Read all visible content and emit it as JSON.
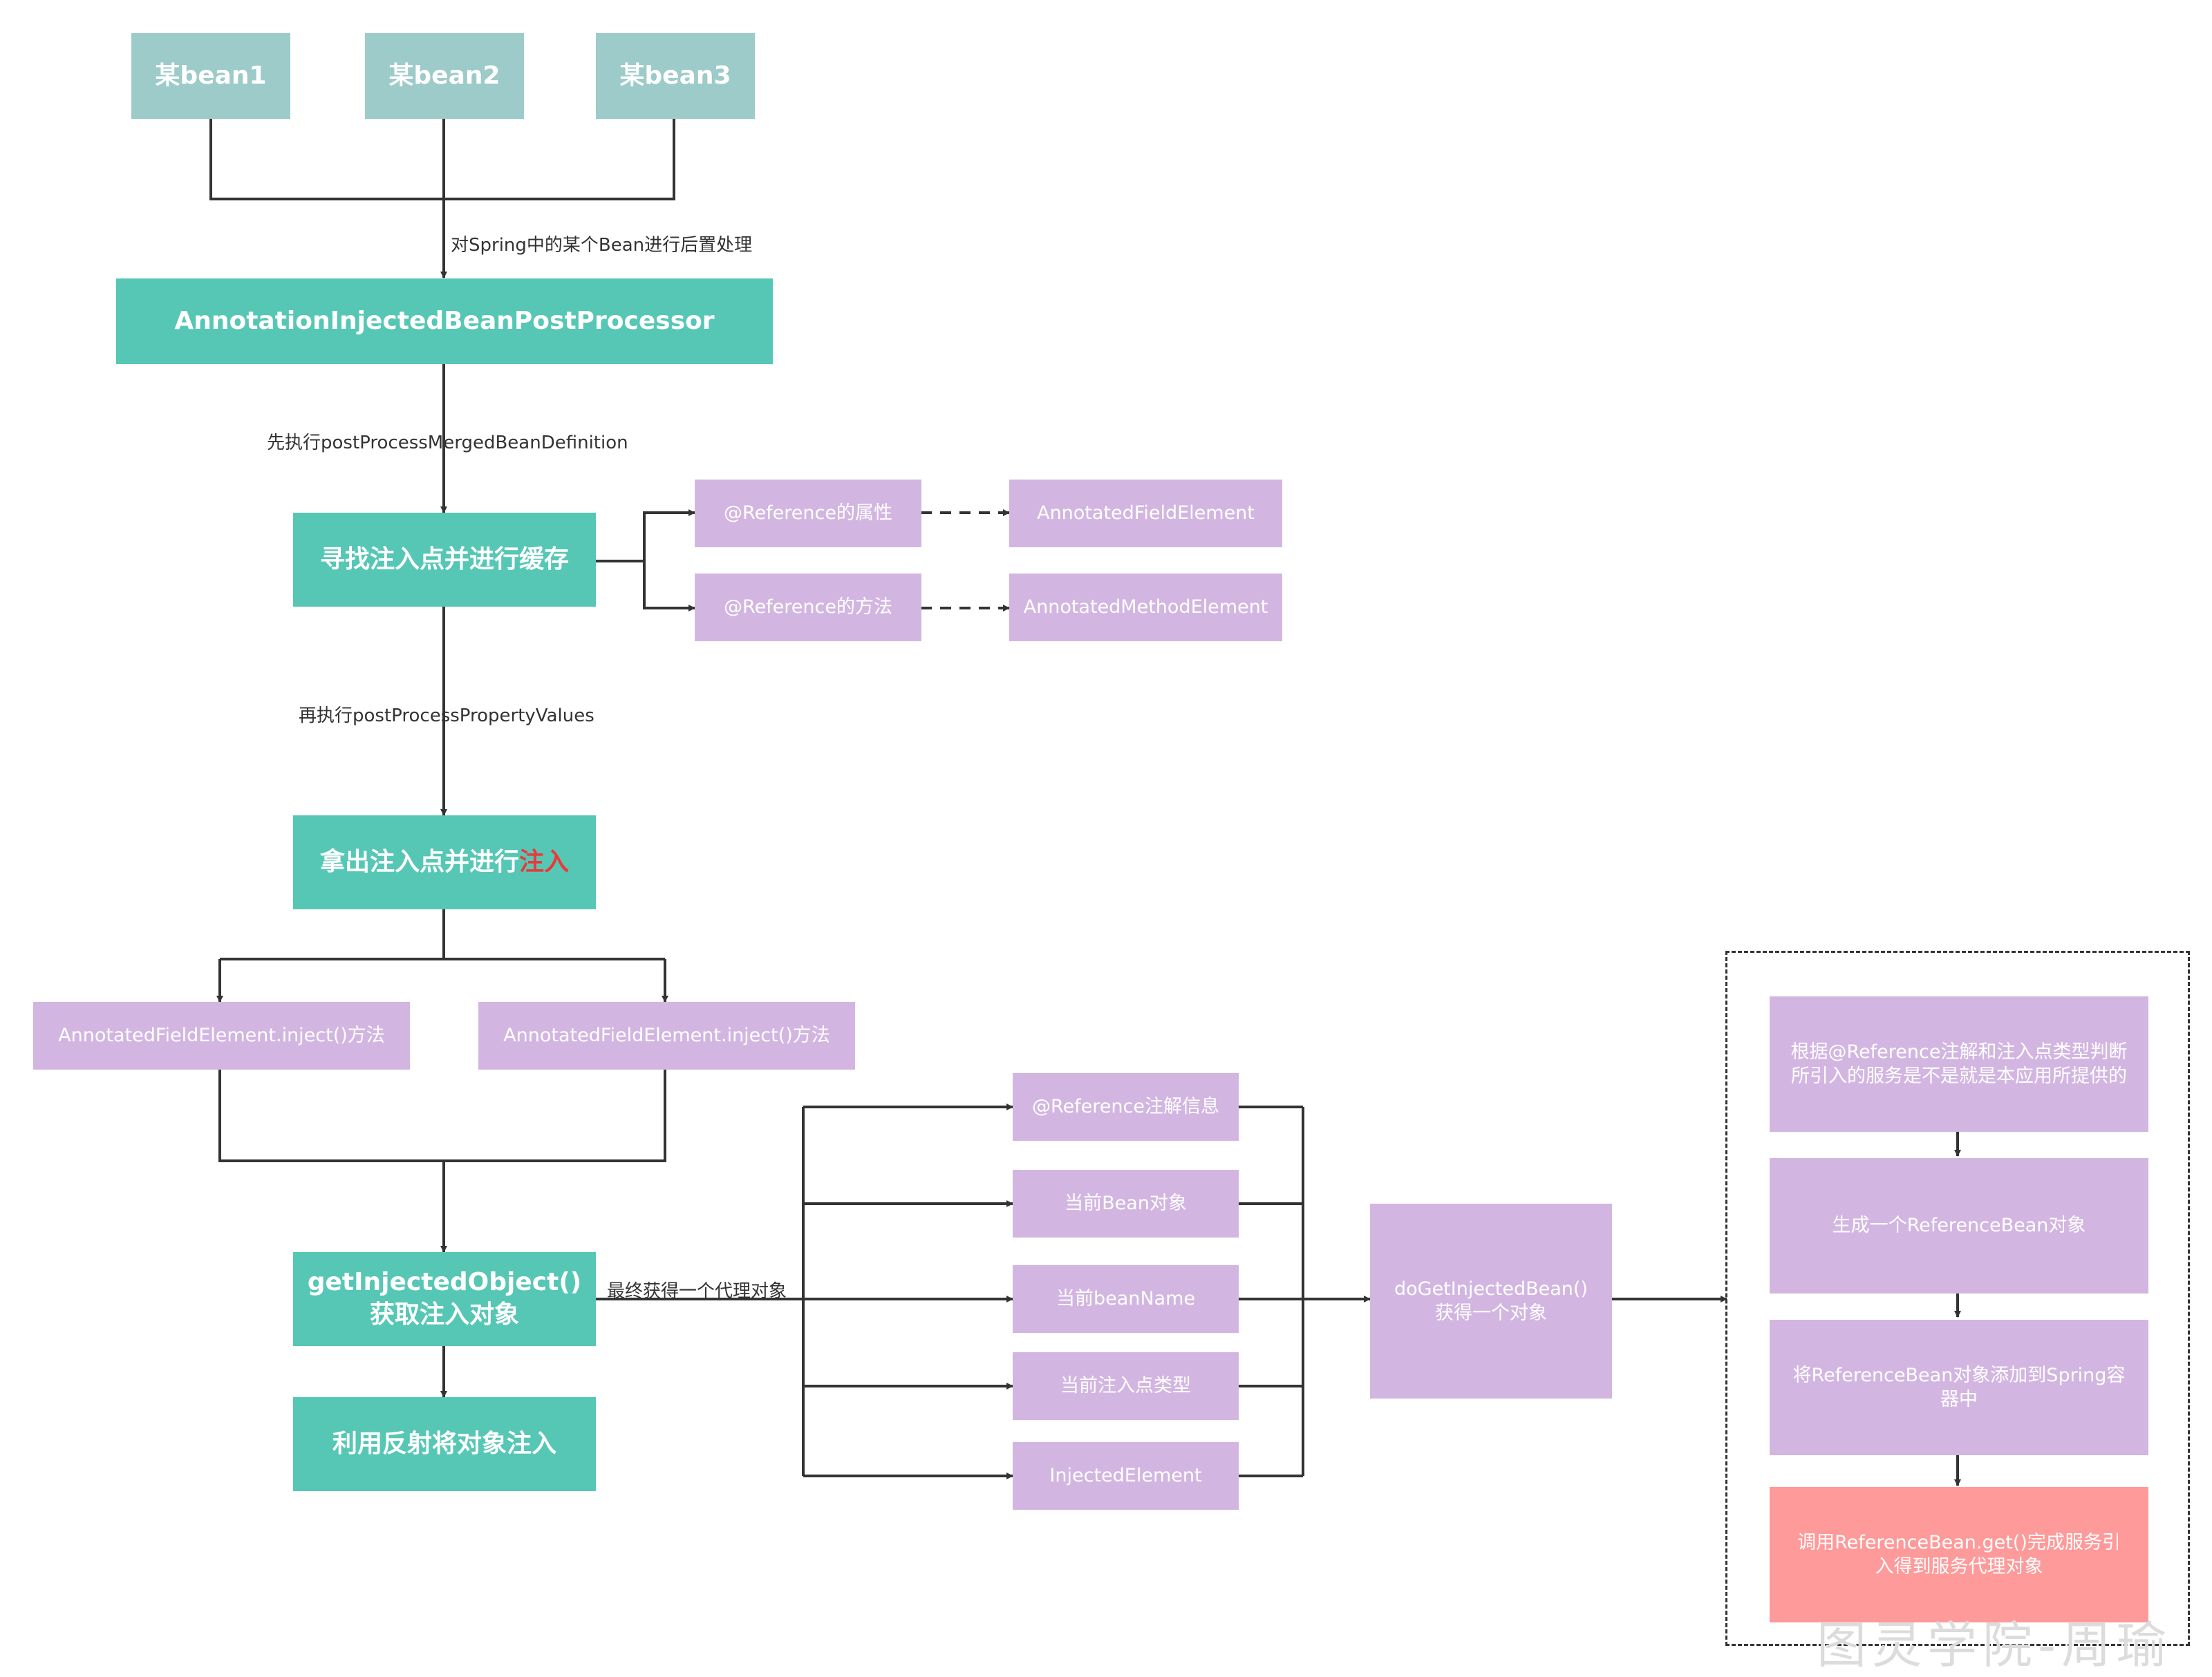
{
  "beans": [
    "某bean1",
    "某bean2",
    "某bean3"
  ],
  "processor": "AnnotationInjectedBeanPostProcessor",
  "edge_labels": {
    "post_process_bean": "对Spring中的某个Bean进行后置处理",
    "post_process_merged": "先执行postProcessMergedBeanDefinition",
    "post_process_property": "再执行postProcessPropertyValues",
    "final_proxy": "最终获得一个代理对象"
  },
  "find_injection": "寻找注入点并进行缓存",
  "reference_field": "@Reference的属性",
  "reference_method": "@Reference的方法",
  "annotated_field_element": "AnnotatedFieldElement",
  "annotated_method_element": "AnnotatedMethodElement",
  "take_injection": {
    "prefix": "拿出注入点并进行",
    "highlight": "注入"
  },
  "inject_method_left": "AnnotatedFieldElement.inject()方法",
  "inject_method_right": "AnnotatedFieldElement.inject()方法",
  "get_injected_object": {
    "line1": "getInjectedObject()",
    "line2": "获取注入对象"
  },
  "reflect_inject": "利用反射将对象注入",
  "params": [
    "@Reference注解信息",
    "当前Bean对象",
    "当前beanName",
    "当前注入点类型",
    "InjectedElement"
  ],
  "do_get_injected_bean": {
    "line1": "doGetInjectedBean()",
    "line2": "获得一个对象"
  },
  "steps": [
    "根据@Reference注解和注入点类型判断所引入的服务是不是就是本应用所提供的",
    "生成一个ReferenceBean对象",
    "将ReferenceBean对象添加到Spring容器中",
    "调用ReferenceBean.get()完成服务引入得到服务代理对象"
  ],
  "watermark": "图灵学院-周瑜",
  "colors": {
    "bean": "#9ccbc9",
    "teal": "#57c7b5",
    "lavender": "#d2b6e1",
    "pink": "#ff9a9a",
    "highlight": "#e83a3a",
    "line": "#333333"
  }
}
